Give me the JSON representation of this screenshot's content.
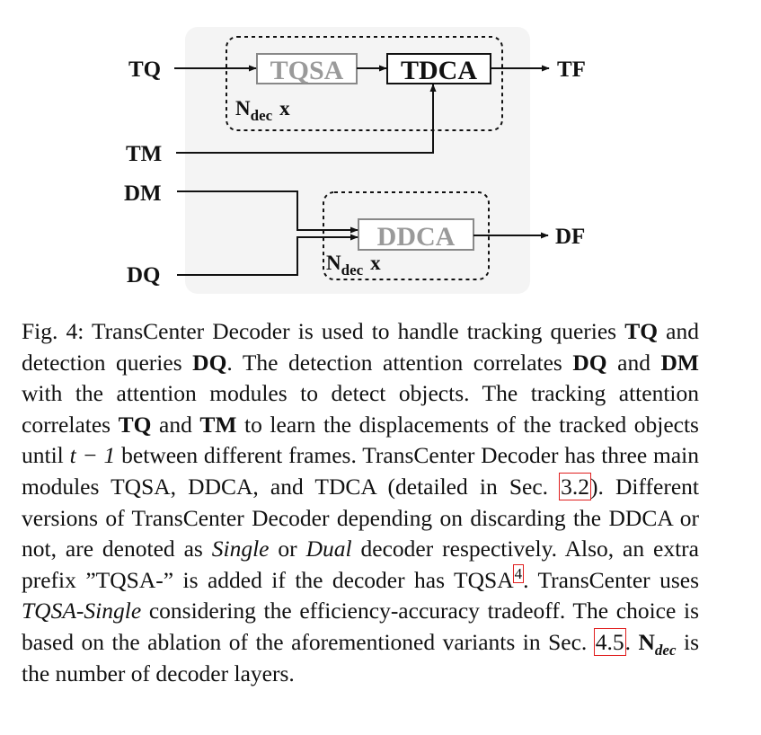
{
  "diagram": {
    "inputs": {
      "tq": "TQ",
      "tm": "TM",
      "dm": "DM",
      "dq": "DQ"
    },
    "outputs": {
      "tf": "TF",
      "df": "DF"
    },
    "modules": {
      "tqsa": "TQSA",
      "tdca": "TDCA",
      "ddca": "DDCA"
    },
    "repeat_label": {
      "main": "N",
      "sub": "dec",
      "suffix": "x"
    }
  },
  "caption": {
    "s1": "Fig. 4: TransCenter Decoder is used to handle tracking queries ",
    "tq1": "TQ",
    "s2": " and detection queries ",
    "dq1": "DQ",
    "s3": ". The detection attention correlates ",
    "dq2": "DQ",
    "s4": " and ",
    "dm1": "DM",
    "s5": " with the attention modules to detect objects. The tracking attention correlates ",
    "tq2": "TQ",
    "s6": " and ",
    "tm1": "TM",
    "s7": " to learn the displacements of the tracked objects until ",
    "t_expr": "t − 1",
    "s8": " between different frames. TransCenter Decoder has three main modules TQSA, DDCA, and TDCA (detailed in Sec. ",
    "ref_sec32": "3.2",
    "s9": "). Different versions of TransCenter Decoder depending on discarding the DDCA or not, are denoted as ",
    "single": "Single",
    "s10": " or ",
    "dual": "Dual",
    "s11": " decoder respectively. Also, an extra prefix ”TQSA-” is added if the decoder has TQSA",
    "footnote": "4",
    "s12": ". TransCenter uses ",
    "tqsa_single": "TQSA-Single",
    "s13": " considering the efficiency-accuracy tradeoff. The choice is based on the ablation of the aforementioned variants in Sec. ",
    "ref_sec45": "4.5",
    "s14": ".",
    "n_main": "N",
    "n_sub": "dec",
    "s15": " is the number of decoder layers."
  }
}
